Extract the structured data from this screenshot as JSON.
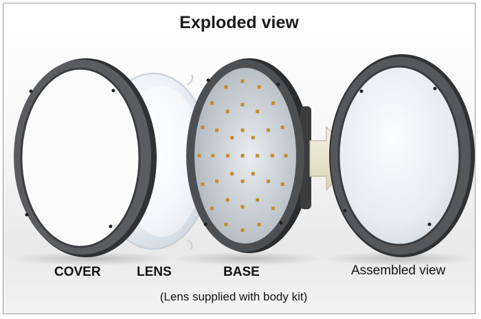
{
  "title": "Exploded view",
  "labels": {
    "cover": "COVER",
    "lens": "LENS",
    "base": "BASE",
    "assembled": "Assembled view"
  },
  "note": "(Lens supplied with body kit)",
  "colors": {
    "ring": "#4a4c4e",
    "ring_dark": "#2f3133",
    "lens": "#eef2f7",
    "arrow": "#ece7d4",
    "led": "#c88a2c"
  }
}
